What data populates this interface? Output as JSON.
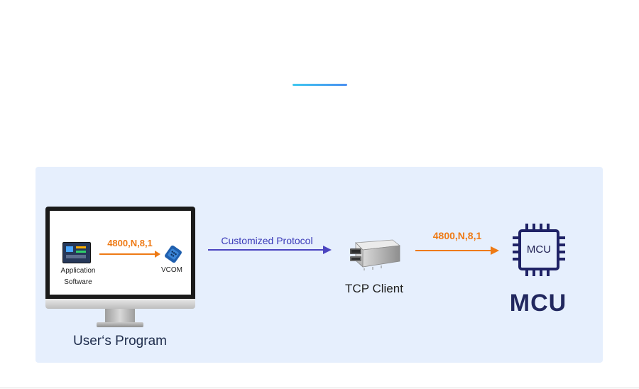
{
  "diagram": {
    "computer": {
      "app_label_line1": "Application",
      "app_label_line2": "Software",
      "screen_protocol": "4800,N,8,1",
      "vcom_label": "VCOM",
      "caption": "User‘s Program"
    },
    "link": {
      "protocol_label": "Customized Protocol"
    },
    "device": {
      "caption": "TCP Client"
    },
    "mcu": {
      "serial_protocol": "4800,N,8,1",
      "chip_label": "MCU",
      "caption": "MCU"
    }
  },
  "colors": {
    "panel_bg": "#e6effd",
    "orange": "#ee7a15",
    "purple": "#4b44c0",
    "navy": "#22285f",
    "accent_line": "#3fc8f0"
  }
}
